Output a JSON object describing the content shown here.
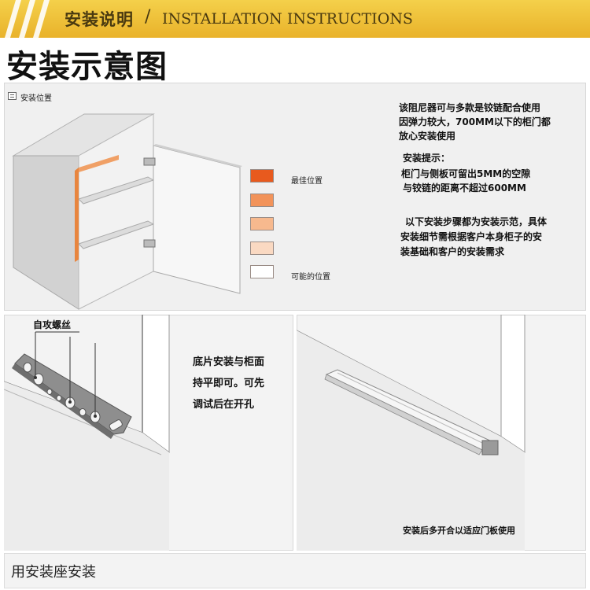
{
  "header": {
    "title_cn": "安装说明",
    "separator": "/",
    "title_en": "INSTALLATION INSTRUCTIONS"
  },
  "main_title": "安装示意图",
  "top_panel": {
    "label": "安装位置",
    "legend": {
      "best_label": "最佳位置",
      "possible_label": "可能的位置",
      "colors": [
        "#e85a1e",
        "#f2935a",
        "#f7b98e",
        "#fad9c2",
        "#ffffff"
      ]
    },
    "description": [
      "该阻尼器可与多款是铰链配合使用",
      "因弹力较大，700MM以下的柜门都",
      "放心安装使用"
    ],
    "tips_title": "安装提示：",
    "tips": [
      "柜门与侧板可留出5MM的空隙",
      "与铰链的距离不超过600MM"
    ],
    "notes": [
      "以下安装步骤都为安装示范，具体",
      "安装细节需根据客户本身柜子的安",
      "装基础和客户的安装需求"
    ]
  },
  "left_panel": {
    "screw_label": "自攻螺丝",
    "text": [
      "底片安装与柜面",
      "持平即可。可先",
      "调试后在开孔"
    ]
  },
  "right_panel": {
    "caption": "安装后多开合以适应门板使用"
  },
  "footer": {
    "text": "用安装座安装"
  }
}
